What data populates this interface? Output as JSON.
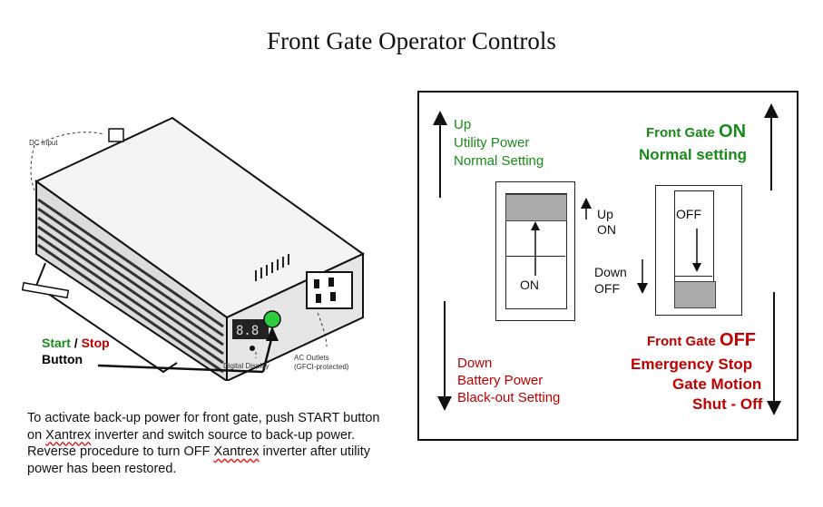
{
  "title": "Front Gate Operator Controls",
  "inverter": {
    "dc_input": "DC Input",
    "button_start": "Start",
    "button_sep": " / ",
    "button_stop": "Stop",
    "button_word": "Button",
    "digital_display": "Digital Display",
    "ac_outlets_line1": "AC Outlets",
    "ac_outlets_line2": "(GFCI-protected)"
  },
  "caption": {
    "p1": "To activate back-up power for front gate, push START button on ",
    "xantrex1": "Xantrex",
    "p2": " inverter and switch source to back-up power.   Reverse procedure to turn OFF ",
    "xantrex2": "Xantrex",
    "p3": " inverter after utility power has been restored."
  },
  "left_switch": {
    "up_line1": "Up",
    "up_line2": "Utility Power",
    "up_line3": "Normal Setting",
    "down_line1": "Down",
    "down_line2": "Battery Power",
    "down_line3": "Black-out Setting",
    "on_label": "ON",
    "side_up_line1": "Up",
    "side_up_line2": "ON",
    "side_down_line1": "Down",
    "side_down_line2": "OFF"
  },
  "right_switch": {
    "on_prefix": "Front Gate ",
    "on_word": "ON",
    "on_sub": "Normal setting",
    "off_label": "OFF",
    "off_prefix": "Front Gate ",
    "off_word": "OFF",
    "off_line2": "Emergency Stop",
    "off_line3": "Gate Motion",
    "off_line4": "Shut - Off"
  },
  "colors": {
    "green": "#1a8a1a",
    "red": "#c00000",
    "switch_fill": "#aaaaaa"
  }
}
